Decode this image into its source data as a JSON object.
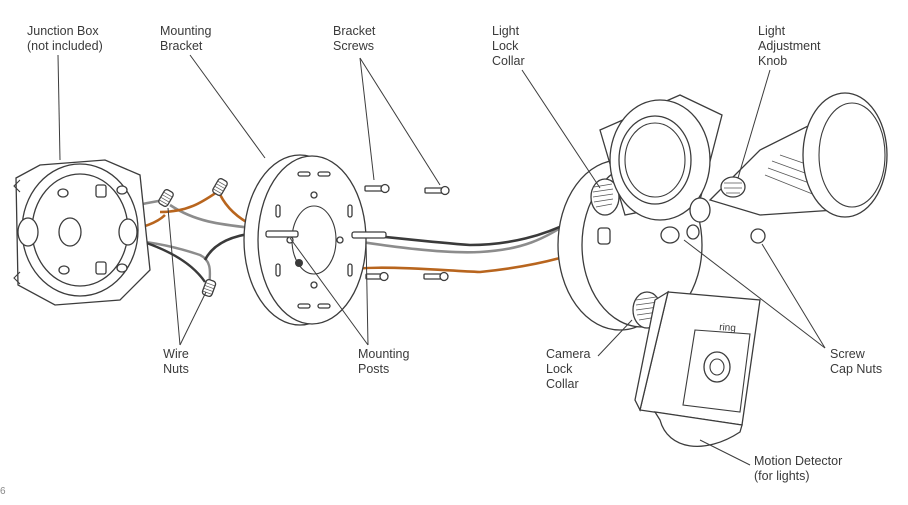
{
  "labels": {
    "junction_box": "Junction Box\n(not included)",
    "mounting_bracket": "Mounting\nBracket",
    "bracket_screws": "Bracket\nScrews",
    "light_lock_collar": "Light\nLock\nCollar",
    "light_adjustment_knob": "Light\nAdjustment\nKnob",
    "wire_nuts": "Wire\nNuts",
    "mounting_posts": "Mounting\nPosts",
    "camera_lock_collar": "Camera\nLock\nCollar",
    "screw_cap_nuts": "Screw\nCap Nuts",
    "motion_detector": "Motion Detector\n(for lights)"
  },
  "camera_brand": "ring",
  "page_number": "6",
  "colors": {
    "line": "#3c3c3c",
    "wire_orange": "#b8651e",
    "wire_gray": "#8c8c8c",
    "wire_dark": "#3a3a3a",
    "text": "#3a3a3a"
  }
}
